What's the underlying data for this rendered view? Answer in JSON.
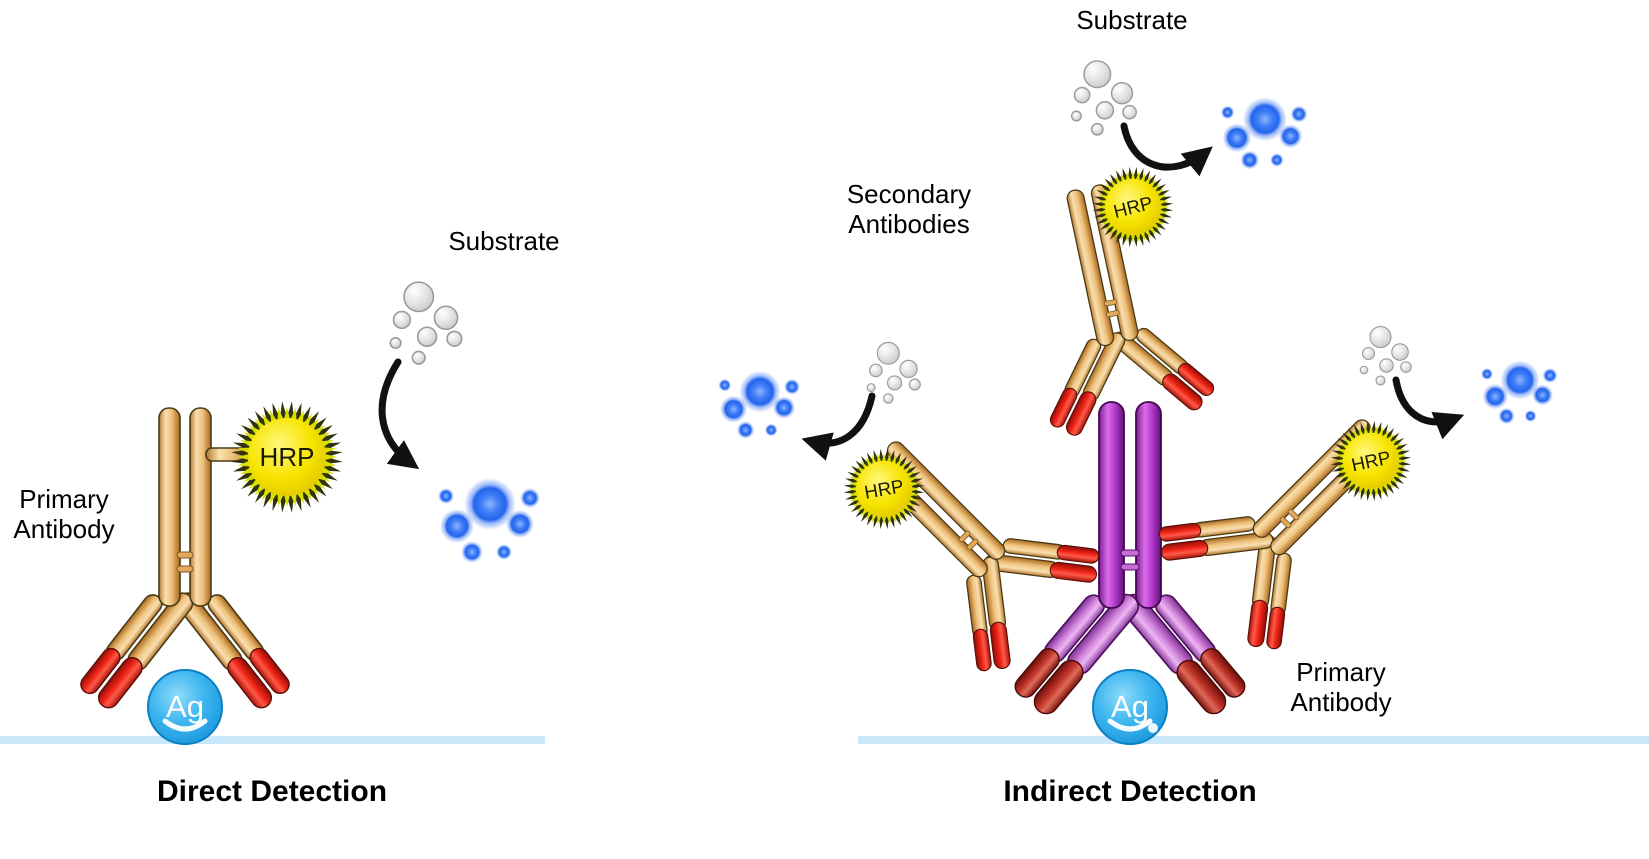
{
  "colors": {
    "background": "#ffffff",
    "surface_line": "#c9e8f9",
    "antibody_body": "#eec27c",
    "antibody_tip_red": "#ee2417",
    "primary_purple": "#bb3fd2",
    "primary_arm_orchid": "#d183dc",
    "primary_tip_maroon": "#c03428",
    "hrp_yellow": "#f8e400",
    "antigen_blue": "#29a8e8",
    "substrate_gray": "#d6d6d6",
    "product_blue": "#2a6cf0",
    "arrow": "#111111",
    "text": "#000000"
  },
  "left_panel": {
    "title": "Direct Detection",
    "labels": {
      "substrate": "Substrate",
      "primary_line1": "Primary",
      "primary_line2": "Antibody",
      "hrp": "HRP",
      "antigen": "Ag"
    }
  },
  "right_panel": {
    "title": "Indirect Detection",
    "labels": {
      "substrate": "Substrate",
      "secondary_line1": "Secondary",
      "secondary_line2": "Antibodies",
      "primary_line1": "Primary",
      "primary_line2": "Antibody",
      "hrp_top": "HRP",
      "hrp_left": "HRP",
      "hrp_right": "HRP",
      "antigen": "Ag"
    }
  }
}
